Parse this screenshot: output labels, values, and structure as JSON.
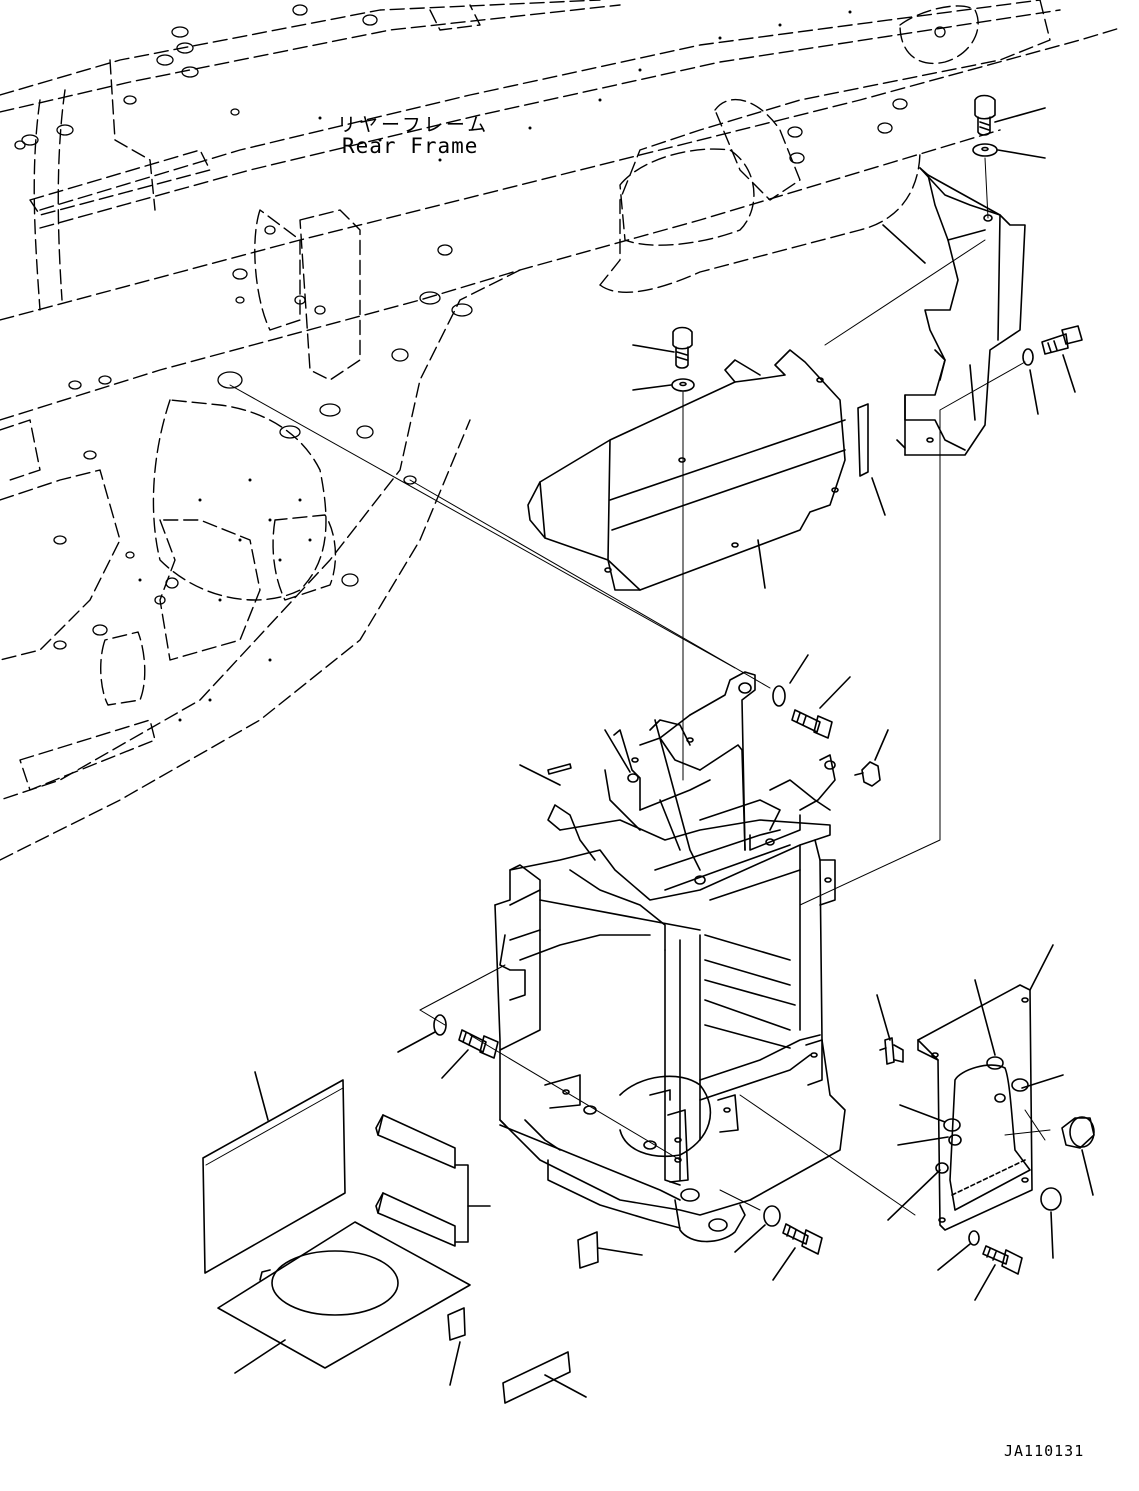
{
  "labels": {
    "frame_name_jp": "リヤーフレーム",
    "frame_name_en": "Rear Frame",
    "drawing_id": "JA110131"
  }
}
